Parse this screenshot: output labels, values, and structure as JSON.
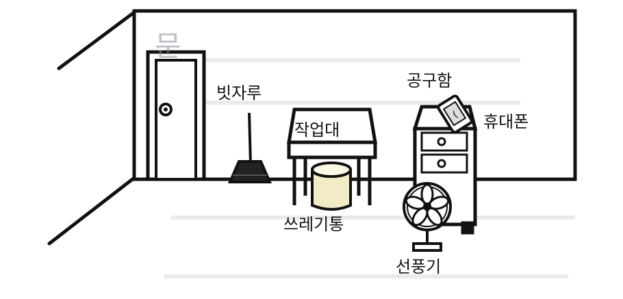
{
  "labels": {
    "door": "문",
    "broom": "빗자루",
    "workbench": "작업대",
    "trash_can": "쓰레기통",
    "toolbox": "공구함",
    "phone": "휴대폰",
    "fan": "선풍기"
  },
  "colors": {
    "line": "#111111",
    "trash_can_fill": "#f1ecc6",
    "paper_bg": "#ffffff",
    "faint_print": "#d4d7dc"
  },
  "icons": [
    "door-icon",
    "broom-icon",
    "workbench-icon",
    "trash-can-icon",
    "toolbox-icon",
    "phone-icon",
    "fan-icon"
  ]
}
